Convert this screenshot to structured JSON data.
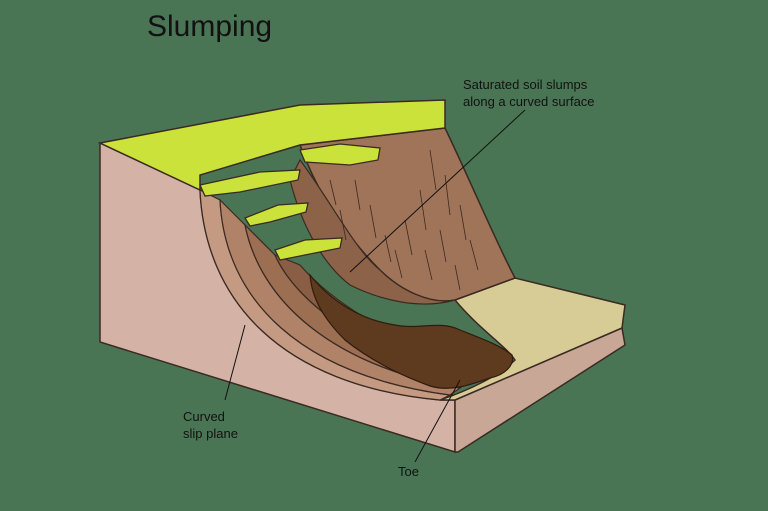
{
  "title": "Slumping",
  "labels": {
    "saturated": [
      "Saturated soil slumps",
      "along a curved surface"
    ],
    "slip_plane": [
      "Curved",
      "slip plane"
    ],
    "toe": "Toe"
  },
  "colors": {
    "background": "#4a7555",
    "grass": "#cbe23a",
    "block_face": "#d4b3a6",
    "block_top_edge": "#c09c8e",
    "scar": "#9e7156",
    "debris": "#5e3a1e",
    "sand": "#d8cc96"
  }
}
